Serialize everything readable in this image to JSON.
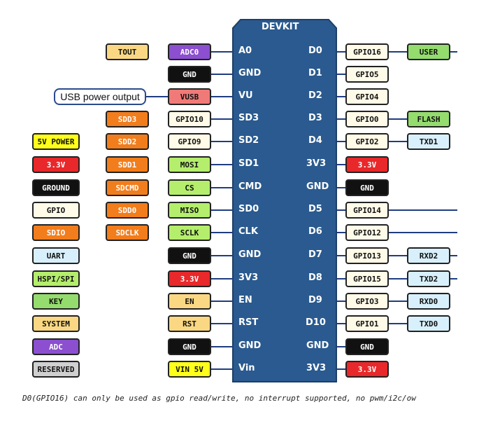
{
  "board": {
    "title": "DEVKIT",
    "left_pins": [
      "A0",
      "GND",
      "VU",
      "SD3",
      "SD2",
      "SD1",
      "CMD",
      "SD0",
      "CLK",
      "GND",
      "3V3",
      "EN",
      "RST",
      "GND",
      "Vin"
    ],
    "right_pins": [
      "D0",
      "D1",
      "D2",
      "D3",
      "D4",
      "3V3",
      "GND",
      "D5",
      "D6",
      "D7",
      "D8",
      "D9",
      "D10",
      "GND",
      "3V3"
    ]
  },
  "usb_note": "USB power output",
  "colors": {
    "board": "#2a5a8f",
    "ground": "#111111",
    "power": "#e8282a",
    "gpio": "#fffbe8",
    "sdio": "#f27d1c",
    "uart": "#d8f0fb",
    "spi": "#b4ee6c",
    "key": "#94dc6e",
    "system": "#fad883",
    "adc": "#8b4fcf",
    "reserved": "#d0d0d0",
    "five_v": "#ffff1a",
    "vusb": "#f07a78"
  },
  "left_labels": [
    {
      "type": "system",
      "text": "TOUT"
    },
    {
      "type": "adc",
      "text": "ADC0"
    },
    {
      "type": "ground",
      "text": "GND"
    },
    {
      "type": "vusb",
      "text": "VUSB"
    },
    {
      "type": "sdio",
      "text": "SDD3"
    },
    {
      "type": "gpio",
      "text": "GPIO10"
    },
    {
      "type": "sdio",
      "text": "SDD2"
    },
    {
      "type": "gpio",
      "text": "GPIO9"
    },
    {
      "type": "sdio",
      "text": "SDD1"
    },
    {
      "type": "spi",
      "text": "MOSI"
    },
    {
      "type": "sdio",
      "text": "SDCMD"
    },
    {
      "type": "spi",
      "text": "CS"
    },
    {
      "type": "sdio",
      "text": "SDD0"
    },
    {
      "type": "spi",
      "text": "MISO"
    },
    {
      "type": "sdio",
      "text": "SDCLK"
    },
    {
      "type": "spi",
      "text": "SCLK"
    },
    {
      "type": "ground",
      "text": "GND"
    },
    {
      "type": "power",
      "text": "3.3V"
    },
    {
      "type": "system",
      "text": "EN"
    },
    {
      "type": "system",
      "text": "RST"
    },
    {
      "type": "ground",
      "text": "GND"
    },
    {
      "type": "five_v",
      "text": "VIN 5V"
    }
  ],
  "right_labels": [
    {
      "type": "gpio",
      "text": "GPIO16"
    },
    {
      "type": "key",
      "text": "USER"
    },
    {
      "type": "gpio",
      "text": "GPIO5"
    },
    {
      "type": "gpio",
      "text": "GPIO4"
    },
    {
      "type": "gpio",
      "text": "GPIO0"
    },
    {
      "type": "key",
      "text": "FLASH"
    },
    {
      "type": "gpio",
      "text": "GPIO2"
    },
    {
      "type": "uart",
      "text": "TXD1"
    },
    {
      "type": "power",
      "text": "3.3V"
    },
    {
      "type": "ground",
      "text": "GND"
    },
    {
      "type": "gpio",
      "text": "GPIO14"
    },
    {
      "type": "gpio",
      "text": "GPIO12"
    },
    {
      "type": "gpio",
      "text": "GPIO13"
    },
    {
      "type": "uart",
      "text": "RXD2"
    },
    {
      "type": "gpio",
      "text": "GPIO15"
    },
    {
      "type": "uart",
      "text": "TXD2"
    },
    {
      "type": "gpio",
      "text": "GPIO3"
    },
    {
      "type": "uart",
      "text": "RXD0"
    },
    {
      "type": "gpio",
      "text": "GPIO1"
    },
    {
      "type": "uart",
      "text": "TXD0"
    },
    {
      "type": "ground",
      "text": "GND"
    },
    {
      "type": "power",
      "text": "3.3V"
    }
  ],
  "legend": [
    {
      "type": "five_v",
      "text": "5V POWER"
    },
    {
      "type": "power",
      "text": "3.3V"
    },
    {
      "type": "ground",
      "text": "GROUND"
    },
    {
      "type": "gpio",
      "text": "GPIO"
    },
    {
      "type": "sdio",
      "text": "SDIO"
    },
    {
      "type": "uart",
      "text": "UART"
    },
    {
      "type": "spi",
      "text": "HSPI/SPI"
    },
    {
      "type": "key",
      "text": "KEY"
    },
    {
      "type": "system",
      "text": "SYSTEM"
    },
    {
      "type": "adc",
      "text": "ADC"
    },
    {
      "type": "reserved",
      "text": "RESERVED"
    }
  ],
  "footnote": "D0(GPIO16) can only be used as gpio read/write, no interrupt supported, no pwm/i2c/ow"
}
